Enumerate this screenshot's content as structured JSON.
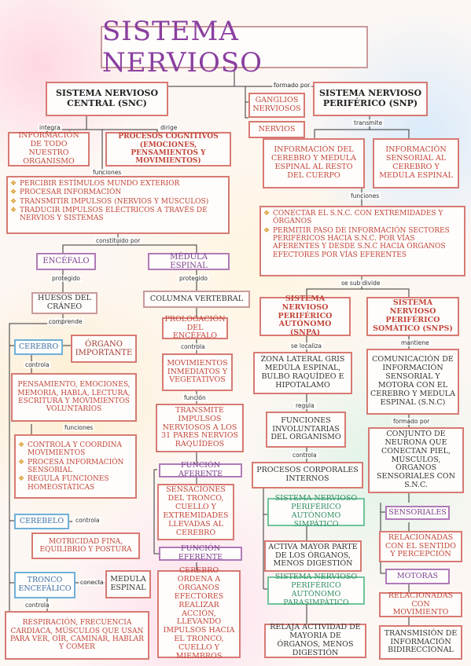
{
  "title": "SISTEMA NERVIOSO",
  "links": {
    "formado_por": "formado por",
    "integra": "integra",
    "dirige": "dirige",
    "funciones": "funciones",
    "transmite": "transmite",
    "funciones2": "funciones",
    "constituido_por": "constituido por",
    "protegido": "protegido",
    "protegido2": "protegido",
    "se_subdivide": "se sub divide",
    "comprende": "comprende",
    "controla1": "controla",
    "controla2": "controla",
    "controla3": "controla",
    "controla4": "controla",
    "controla5": "controla",
    "funciones3": "funciones",
    "funcion": "función",
    "se_localiza": "se localiza",
    "regula": "regula",
    "mantiene": "mantiene",
    "formado_por2": "formado por",
    "conecta": "conecta"
  },
  "snc": {
    "title": "SISTEMA NERVIOSO CENTRAL (SNC)",
    "integra": "INFORMACIÓN DE TODO NUESTRO ORGANISMO",
    "dirige": "PROCESOS COGNITIVOS (EMOCIONES, PENSAMIENTOS Y MOVIMIENTOS)",
    "funciones": [
      "PERCIBIR ESTÍMULOS MUNDO EXTERIOR",
      "PROCESAR INFORMACIÓN",
      "TRANSMITIR IMPULSOS (NERVIOS Y MÚSCULOS)",
      "TRADUCIR IMPULSOS ELÉCTRICOS A TRAVÉS DE NERVIOS Y SISTEMAS"
    ]
  },
  "snp": {
    "title": "SISTEMA NERVIOSO PERIFÉRICO (SNP)",
    "ganglios": "GANGLIOS NERVIOSOS",
    "nervios": "NERVIOS",
    "transmite_a": "INFORMACIÓN DEL CEREBRO Y MEDULA ESPINAL AL RESTO DEL CUERPO",
    "transmite_b": "INFORMACIÓN SENSORIAL AL CEREBRO Y MEDULA ESPINAL",
    "funciones": [
      "CONECTAR EL S.N.C. CON EXTREMIDADES Y ÓRGANOS",
      "PERMITIR PASO DE INFORMACIÓN SECTORES PERIFÉRICOS HACIA S.N.C. POR VÍAS AFERENTES Y DESDE S.N.C HACIA ÓRGANOS EFECTORES POR VÍAS EFERENTES"
    ]
  },
  "encefalo": {
    "title": "ENCÉFALO",
    "protegido": "HUESOS DEL CRÁNEO",
    "cerebro": "CEREBRO",
    "organo": "ÓRGANO IMPORTANTE",
    "cerebro_controla": "PENSAMIENTO, EMOCIONES, MEMORIA, HABLA, LECTURA, ESCRITURA Y MOVIMIENTOS VOLUNTARIOS",
    "cerebro_funciones": [
      "CONTROLA Y COORDINA MOVIMIENTOS",
      "PROCESA INFORMACIÓN SENSORIAL",
      "REGULA FUNCIONES HOMEOSTÁTICAS"
    ],
    "cerebelo": "CEREBELO",
    "cerebelo_controla": "MOTRICIDAD FINA, EQUILIBRIO Y POSTURA",
    "tronco": "TRONCO ENCEFÁLICO",
    "medula_espinal": "MEDULA ESPINAL",
    "tronco_controla": "RESPIRACIÓN, FRECUENCIA CARDIACA, MÚSCULOS QUE USAN PARA VER, OÍR, CAMINAR, HABLAR Y COMER"
  },
  "medula": {
    "title": "MÉDULA ESPINAL",
    "protegido": "COLUMNA VERTEBRAL",
    "prolongacion": "PROLOGACIÓN DEL ENCÉFALO",
    "controla": "MOVIMIENTOS INMEDIATOS Y VEGETATIVOS",
    "funcion": "TRANSMITE IMPULSOS NERVIOSOS A LOS 31 PARES NERVIOS RAQUÍDEOS",
    "aferente": "FUNCIÓN AFERENTE",
    "aferente_desc": "SENSACIONES DEL TRONCO, CUELLO Y EXTREMIDADES LLEVADAS AL CEREBRO",
    "eferente": "FUNCIÓN EFERENTE",
    "eferente_desc": "CEREBRO ORDENA A ÓRGANOS EFECTORES REALIZAR ACCIÓN, LLEVANDO IMPULSOS HACIA EL TRONCO, CUELLO Y MIEMBROS"
  },
  "snpa": {
    "title": "SISTEMA NERVIOSO PERIFÉRICO AUTÓNOMO (SNPA)",
    "localiza": "ZONA LATERAL GRIS MEDÚLA ESPINAL, BULBO RAQUÍDEO E HIPOTALAMO",
    "regula": "FUNCIONES INVOLUNTARIAS DEL ORGANISMO",
    "controla": "PROCESOS CORPORALES INTERNOS",
    "simpatico": "SISTEMA NERVIOSO PERIFÉRICO AUTÓNOMO SIMPÁTICO",
    "simpatico_desc": "ACTIVA MAYOR PARTE DE LOS ÓRGANOS, MENOS DIGESTIÓN",
    "parasimpatico": "SISTEMA NERVIOSO PERIFÉRICO AUTÓNOMO PARASIMPÁTICO",
    "parasimpatico_desc": "RELAJA ACTIVIDAD DE MAYORIA DE ÓRGANOS, MENOS DIGESTIÓN"
  },
  "snps": {
    "title": "SISTEMA NERVIOSO PERIFÉRICO SOMÁTICO (SNPS)",
    "mantiene": "COMUNICACIÓN DE INFORMACIÓN SENSORIAL Y MOTORA CON EL CEREBRO Y MEDULA ESPINAL (S.N.C)",
    "formado": "CONJUNTO DE NEURONA QUE CONECTAN PIEL, MÚSCULOS, ÓRGANOS SENSORIALES CON S.N.C.",
    "sensoriales": "SENSORIALES",
    "sensoriales_desc": "RELACIONADAS CON EL SENTIDO Y PERCEPCIÓN",
    "motoras": "MOTORAS",
    "motoras_desc": "RELACIONADAS CON MOVIMIENTO",
    "bidireccional": "TRANSMISIÓN DE INFORMACIÓN BIDIRECCIONAL"
  }
}
